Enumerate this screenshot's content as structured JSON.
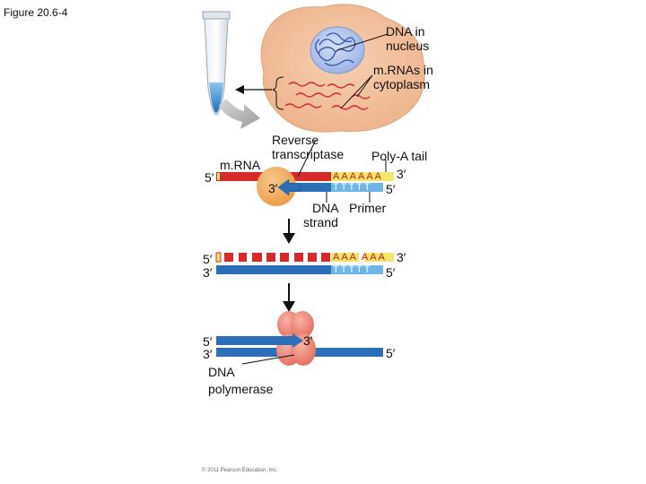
{
  "figure_title": "Figure 20.6-4",
  "labels": {
    "dna_in_nucleus": [
      "DNA in",
      "nucleus"
    ],
    "mrnas_in_cytoplasm": [
      "m.RNAs in",
      "cytoplasm"
    ],
    "reverse_transcriptase": [
      "Reverse",
      "transcriptase"
    ],
    "poly_a_tail": "Poly-A tail",
    "mrna": "m.RNA",
    "dna_strand": [
      "DNA",
      "strand"
    ],
    "primer": "Primer",
    "dna_polymerase": [
      "DNA",
      "polymerase"
    ]
  },
  "ends": {
    "five_prime": "5′",
    "three_prime": "3′"
  },
  "sequences": {
    "poly_a_full": "AAAAAA",
    "poly_a_split": "AAA AAA",
    "poly_t": "TTTTT"
  },
  "copyright": "© 2011 Pearson Education, Inc.",
  "colors": {
    "mrna_red": "#d62a2a",
    "dna_blue": "#2a6fb8",
    "primer_blue": "#6fb6e8",
    "poly_a_yellow": "#f3e66a",
    "cell_peach": "#f2c19c",
    "nucleus_blue": "#b9c9ee",
    "enzyme_orange": "#f3a85a",
    "polymerase_pink": "#ef8a7a"
  }
}
